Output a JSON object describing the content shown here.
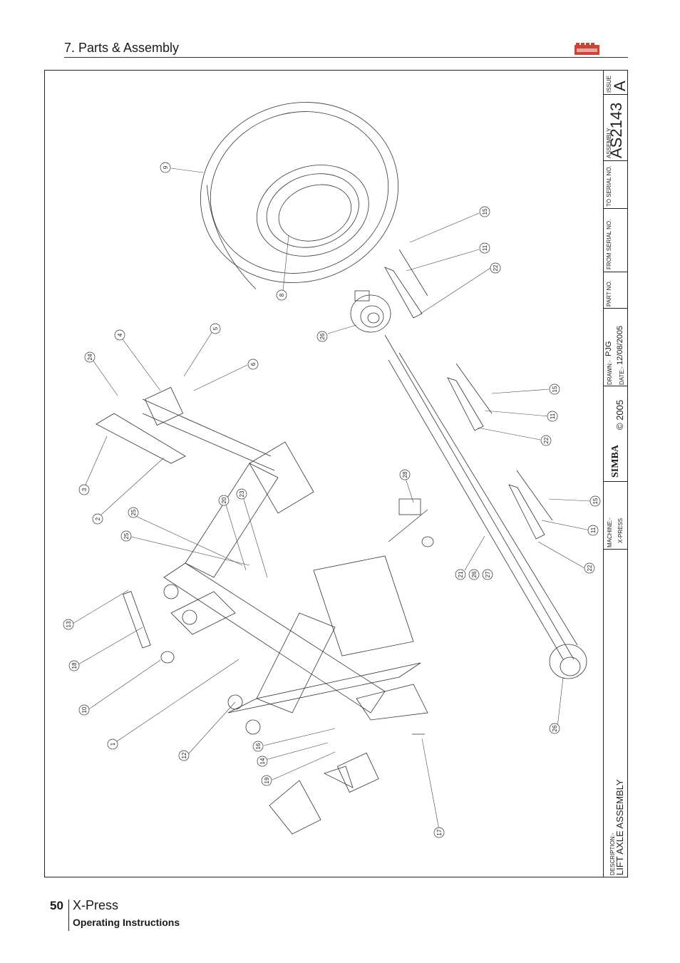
{
  "header": {
    "section_title": "7. Parts & Assembly"
  },
  "title_block": {
    "issue_label": "ISSUE",
    "issue_value": "A",
    "assembly_label": "ASSEMBLY",
    "assembly_value": "AS2143",
    "to_serial_label": "TO SERIAL NO.",
    "from_serial_label": "FROM SERIAL NO.",
    "part_no_label": "PART NO.",
    "drawn_label": "DRAWN:-",
    "drawn_value": "PJG",
    "date_label": "DATE:-",
    "date_value": "12/08/2005",
    "brand": "SIMBA",
    "copyright": "© 2005",
    "machine_label": "MACHINE:-",
    "machine_value": "X-PRESS",
    "description_label": "DESCRIPTION:-",
    "description_value": "LIFT AXLE ASSEMBLY"
  },
  "callouts": {
    "c9": "9",
    "c8": "8",
    "c15a": "15",
    "c11a": "11",
    "c22a": "22",
    "c26a": "26",
    "c4": "4",
    "c5": "5",
    "c6": "6",
    "c24": "24",
    "c15b": "15",
    "c11b": "11",
    "c22b": "22",
    "c3": "3",
    "c2": "2",
    "c28": "28",
    "c20": "20",
    "c23": "23",
    "c25a": "25",
    "c25b": "25",
    "c15c": "15",
    "c11c": "11",
    "c22c": "22",
    "c21": "21",
    "c26b": "26",
    "c27": "27",
    "c13": "13",
    "c18": "18",
    "c10": "10",
    "c1": "1",
    "c12": "12",
    "c16": "16",
    "c14": "14",
    "c19": "19",
    "c26c": "26",
    "c17": "17"
  },
  "footer": {
    "page_number": "50",
    "product_name": "X-Press",
    "doc_type": "Operating Instructions"
  }
}
